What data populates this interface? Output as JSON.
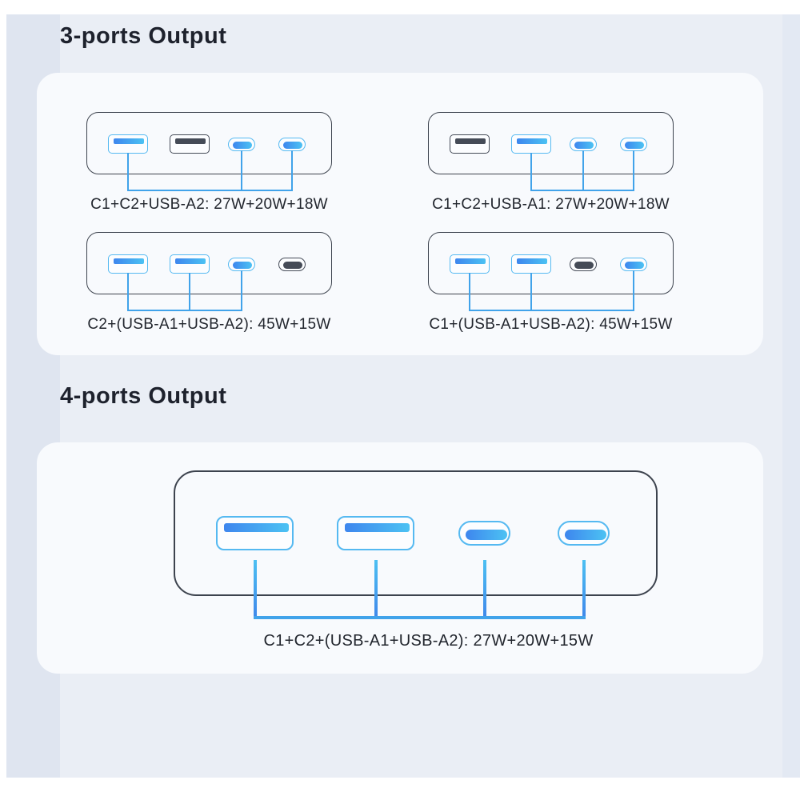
{
  "colors": {
    "page_bg": "#ffffff",
    "canvas_bg": "#eaeef5",
    "band_left": "#dfe5f0",
    "band_right": "#e3e9f3",
    "card_bg": "#f8fafd",
    "title": "#1e222d",
    "label": "#21252d",
    "charger_outline": "#3d434e",
    "active_port": "#55b9f1",
    "active_fill_start": "#3e86ee",
    "active_fill_end": "#4cc2f3",
    "inactive_port": "#454b57",
    "port_fill": "#fcfdff",
    "wire": "#41a3ea",
    "wire_light": "#4cc0f2",
    "wire_deep": "#3f86ea"
  },
  "sections": [
    {
      "title": "3-ports Output",
      "diagrams": [
        {
          "label": "C1+C2+USB-A2: 27W+20W+18W",
          "ports": [
            {
              "type": "usb-a",
              "active": true
            },
            {
              "type": "usb-a",
              "active": false
            },
            {
              "type": "usb-c",
              "active": true
            },
            {
              "type": "usb-c",
              "active": true
            }
          ],
          "connected": [
            0,
            2,
            3
          ]
        },
        {
          "label": "C1+C2+USB-A1: 27W+20W+18W",
          "ports": [
            {
              "type": "usb-a",
              "active": false
            },
            {
              "type": "usb-a",
              "active": true
            },
            {
              "type": "usb-c",
              "active": true
            },
            {
              "type": "usb-c",
              "active": true
            }
          ],
          "connected": [
            1,
            2,
            3
          ]
        },
        {
          "label": "C2+(USB-A1+USB-A2): 45W+15W",
          "ports": [
            {
              "type": "usb-a",
              "active": true
            },
            {
              "type": "usb-a",
              "active": true
            },
            {
              "type": "usb-c",
              "active": true
            },
            {
              "type": "usb-c",
              "active": false
            }
          ],
          "connected": [
            0,
            1,
            2
          ]
        },
        {
          "label": "C1+(USB-A1+USB-A2): 45W+15W",
          "ports": [
            {
              "type": "usb-a",
              "active": true
            },
            {
              "type": "usb-a",
              "active": true
            },
            {
              "type": "usb-c",
              "active": false
            },
            {
              "type": "usb-c",
              "active": true
            }
          ],
          "connected": [
            0,
            1,
            3
          ]
        }
      ]
    },
    {
      "title": "4-ports Output",
      "diagrams": [
        {
          "label": "C1+C2+(USB-A1+USB-A2): 27W+20W+15W",
          "ports": [
            {
              "type": "usb-a",
              "active": true
            },
            {
              "type": "usb-a",
              "active": true
            },
            {
              "type": "usb-c",
              "active": true
            },
            {
              "type": "usb-c",
              "active": true
            }
          ],
          "connected": [
            0,
            1,
            2,
            3
          ]
        }
      ]
    }
  ]
}
